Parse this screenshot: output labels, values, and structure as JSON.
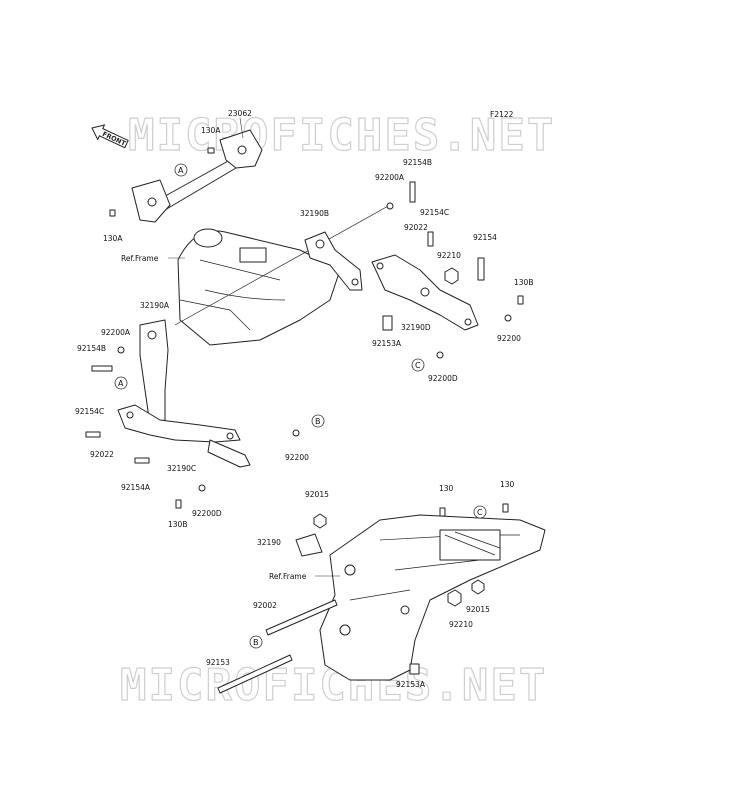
{
  "watermark": "MICROFICHES.NET",
  "figure_code": "F2122",
  "front_arrow": "FRONT",
  "ref_frame": "Ref.Frame",
  "callouts": [
    "A",
    "A",
    "B",
    "B",
    "C",
    "C"
  ],
  "labels": {
    "p23062": "23062",
    "p130A_top": "130A",
    "p130A_bot": "130A",
    "p92154B_top": "92154B",
    "p92200A_top": "92200A",
    "p32190B": "32190B",
    "p92154C_top": "92154C",
    "p92022_top": "92022",
    "p92210_top": "92210",
    "p92154": "92154",
    "p130B_right": "130B",
    "p32190D": "32190D",
    "p92153A_top": "92153A",
    "p92200_right": "92200",
    "p92200D_top": "92200D",
    "p32190A": "32190A",
    "p92200A_left": "92200A",
    "p92154B_left": "92154B",
    "p92154C_left": "92154C",
    "p92022_left": "92022",
    "p32190C": "32190C",
    "p92200_mid": "92200",
    "p92154A": "92154A",
    "p130B_left": "130B",
    "p92200D_left": "92200D",
    "p92015_top": "92015",
    "p130_a": "130",
    "p130_b": "130",
    "p32190": "32190",
    "p92002": "92002",
    "p92210_bot": "92210",
    "p92015_bot": "92015",
    "p92153": "92153",
    "p92153A_bot": "92153A"
  }
}
